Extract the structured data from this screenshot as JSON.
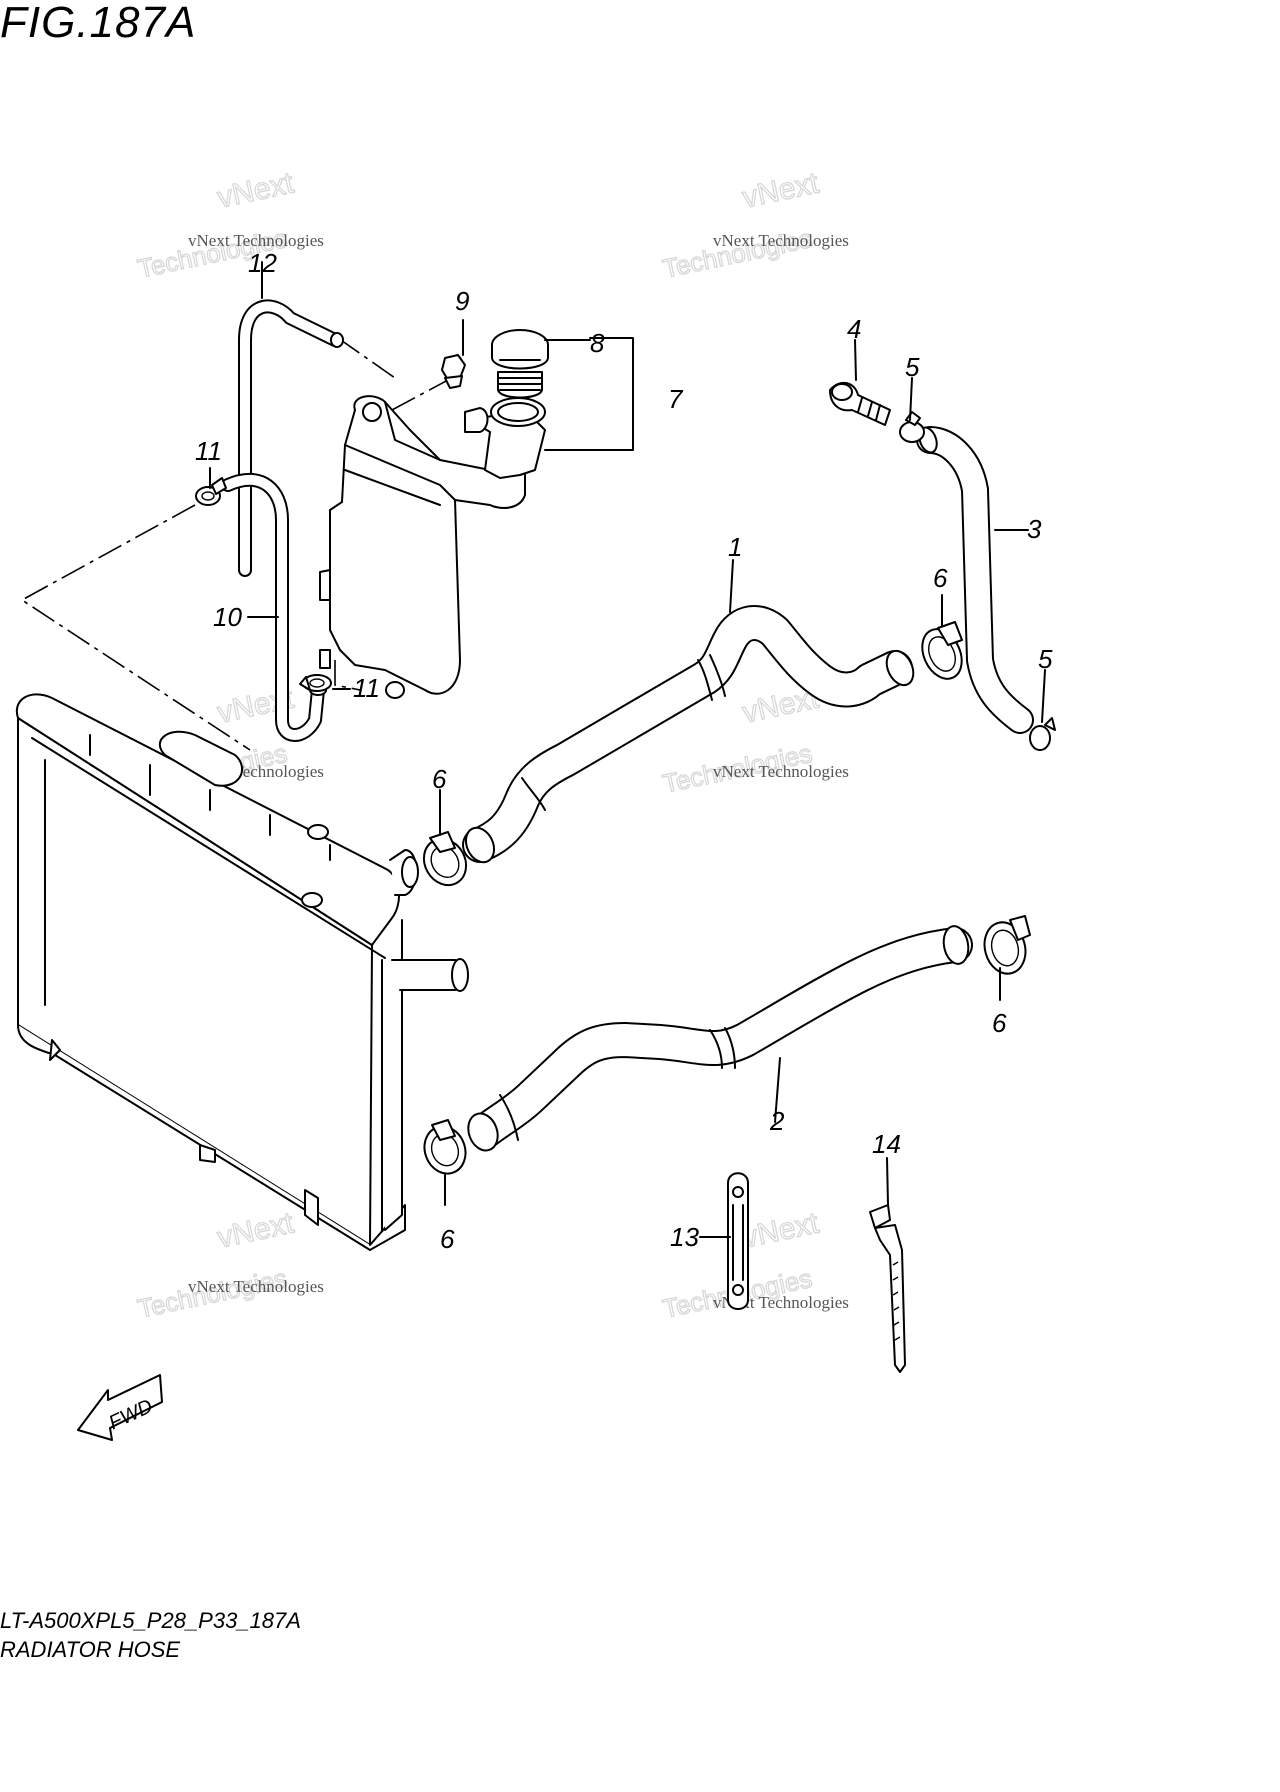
{
  "figure": {
    "title": "FIG.187A",
    "model_code": "LT-A500XPL5_P28_P33_187A",
    "caption": "RADIATOR HOSE"
  },
  "fwd_label": "FWD",
  "callouts": [
    {
      "id": "c1",
      "label": "1"
    },
    {
      "id": "c2",
      "label": "2"
    },
    {
      "id": "c3",
      "label": "3"
    },
    {
      "id": "c4",
      "label": "4"
    },
    {
      "id": "c5a",
      "label": "5"
    },
    {
      "id": "c5b",
      "label": "5"
    },
    {
      "id": "c6a",
      "label": "6"
    },
    {
      "id": "c6b",
      "label": "6"
    },
    {
      "id": "c6c",
      "label": "6"
    },
    {
      "id": "c6d",
      "label": "6"
    },
    {
      "id": "c7",
      "label": "7"
    },
    {
      "id": "c8",
      "label": "8"
    },
    {
      "id": "c9",
      "label": "9"
    },
    {
      "id": "c10",
      "label": "10"
    },
    {
      "id": "c11a",
      "label": "11"
    },
    {
      "id": "c11b",
      "label": "11"
    },
    {
      "id": "c12",
      "label": "12"
    },
    {
      "id": "c13",
      "label": "13"
    },
    {
      "id": "c14",
      "label": "14"
    }
  ],
  "watermark": {
    "line1": "vNext Technologies",
    "line2": "vNext",
    "line3": "Technologies"
  }
}
